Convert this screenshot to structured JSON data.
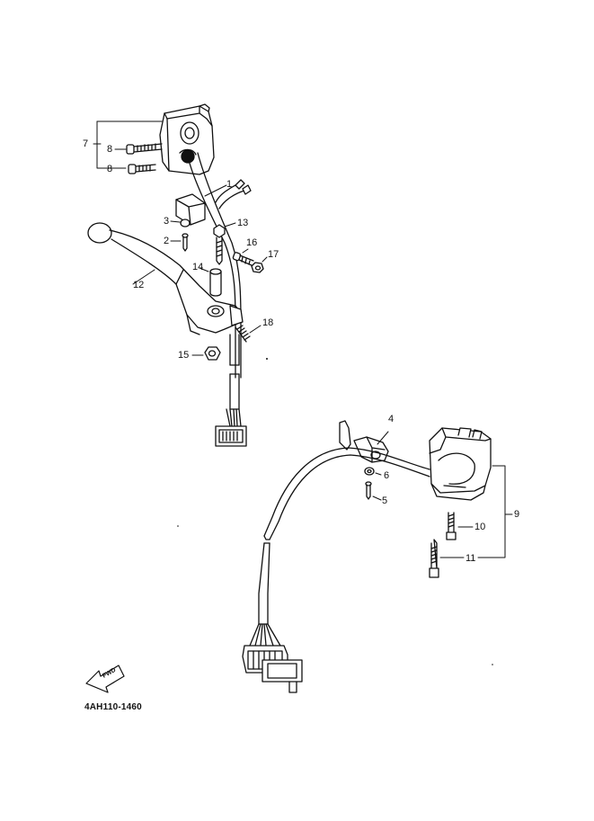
{
  "diagram": {
    "part_numbers": {
      "n1": "1",
      "n2": "2",
      "n3": "3",
      "n4": "4",
      "n5": "5",
      "n6": "6",
      "n7": "7",
      "n8a": "8",
      "n8b": "8",
      "n9": "9",
      "n10": "10",
      "n11": "11",
      "n12": "12",
      "n13": "13",
      "n14": "14",
      "n15": "15",
      "n16": "16",
      "n17": "17",
      "n18": "18"
    },
    "fwd_label": "FWD",
    "drawing_code": "4AH110-1460"
  }
}
